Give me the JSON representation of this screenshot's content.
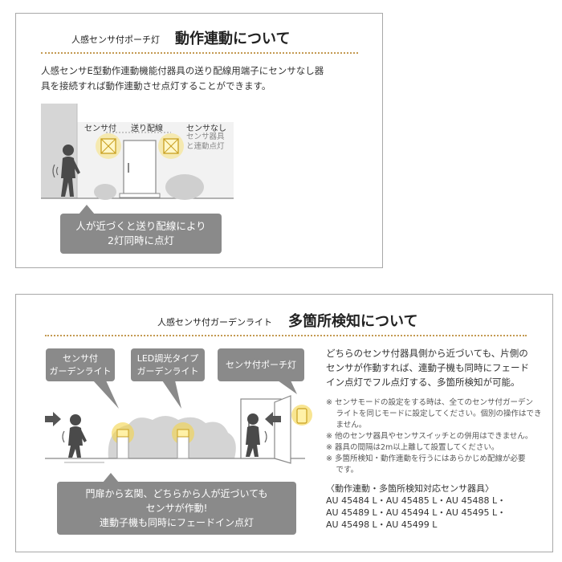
{
  "panel1": {
    "small_title": "人感センサ付ポーチ灯",
    "big_title": "動作連動について",
    "body_line1": "人感センサE型動作連動機能付器具の送り配線用端子にセンサなし器",
    "body_line2": "具を接続すれば動作連動させ点灯することができます。",
    "label_sensor": "センサ付",
    "label_wiring": "送り配線",
    "label_nosensor": "センサなし",
    "label_nosensor_sub1": "センサ器具",
    "label_nosensor_sub2": "と連動点灯",
    "callout_line1": "人が近づくと送り配線により",
    "callout_line2": "2灯同時に点灯"
  },
  "panel2": {
    "small_title": "人感センサ付ガーデンライト",
    "big_title": "多箇所検知について",
    "bubble1_line1": "センサ付",
    "bubble1_line2": "ガーデンライト",
    "bubble2_line1": "LED調光タイプ",
    "bubble2_line2": "ガーデンライト",
    "bubble3": "センサ付ポーチ灯",
    "desc_line1": "どちらのセンサ付器具側から近づいても、片側の",
    "desc_line2": "センサが作動すれば、連動子機も同時にフェード",
    "desc_line3": "イン点灯でフル点灯する、多箇所検知が可能。",
    "notes": [
      "※ センサモードの設定をする時は、全てのセンサ付ガーデン",
      "　 ライトを同じモードに設定してください。個別の操作はでき",
      "　 ません。",
      "※ 他のセンサ器具やセンサスイッチとの併用はできません。",
      "※ 器具の間隔は2m以上離して設置してください。",
      "※ 多箇所検知・動作連動を行うにはあらかじめ配線が必要",
      "　 です。"
    ],
    "models_header": "〈動作連動・多箇所検知対応センサ器具〉",
    "models_line1": "AU 45484 L・AU 45485 L・AU 45488 L・",
    "models_line2": "AU 45489 L・AU 45494 L・AU 45495 L・",
    "models_line3": "AU 45498 L・AU 45499 L",
    "callout_line1": "門扉から玄関、どちらから人が近づいても",
    "callout_line2": "センサが作動!",
    "callout_line3": "連動子機も同時にフェードイン点灯"
  },
  "colors": {
    "dotted_rule": "#c49a52",
    "callout_bg": "#8a8a8a",
    "glow": "#f3d34a",
    "lamp_outline": "#c9a020",
    "silhouette": "#4a4a4a",
    "bush": "#cfcfcf"
  }
}
